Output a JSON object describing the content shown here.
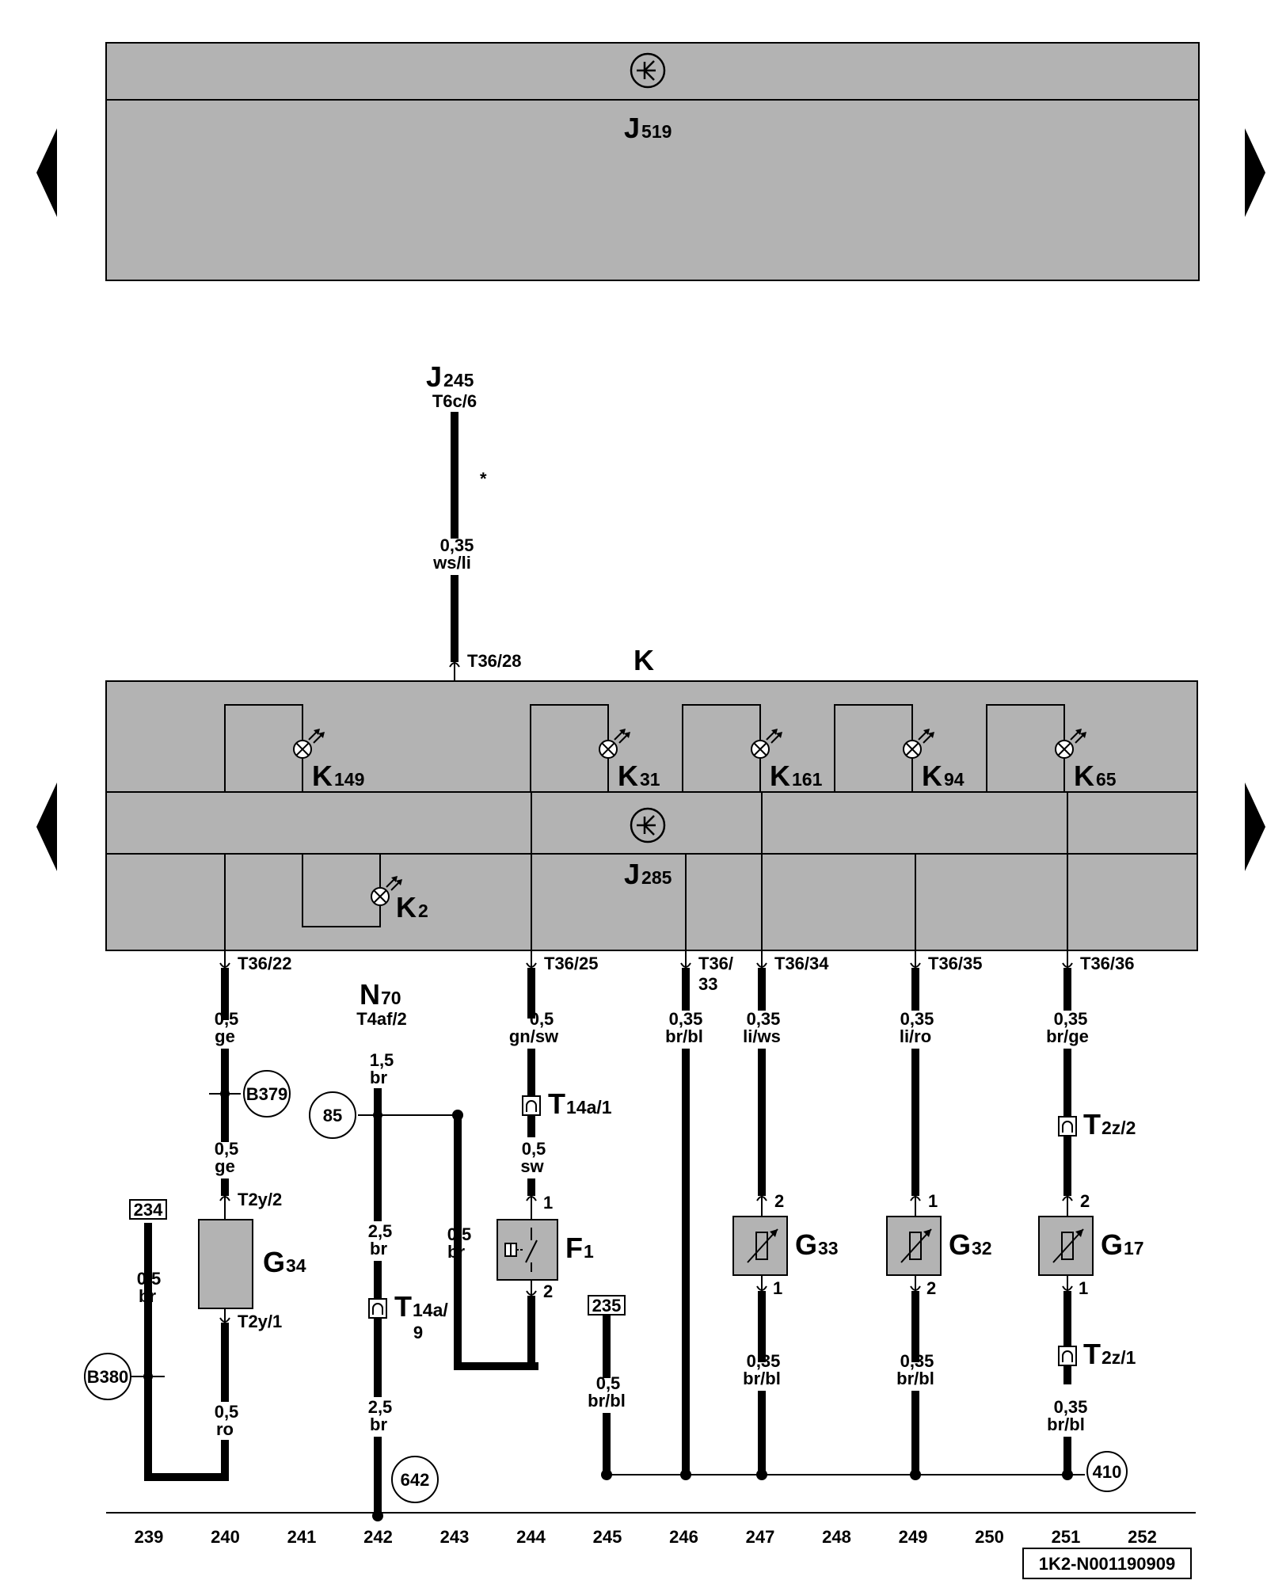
{
  "top_unit": {
    "label": "J",
    "sub": "519"
  },
  "cluster": {
    "label": "K",
    "lamps": [
      {
        "label": "K",
        "sub": "149"
      },
      {
        "label": "K",
        "sub": "31"
      },
      {
        "label": "K",
        "sub": "161"
      },
      {
        "label": "K",
        "sub": "94"
      },
      {
        "label": "K",
        "sub": "65"
      },
      {
        "label": "K",
        "sub": "2"
      }
    ],
    "control_unit": {
      "label": "J",
      "sub": "285"
    }
  },
  "source_top": {
    "label": "J",
    "sub": "245",
    "pin": "T6c/6",
    "asterisk": "*",
    "gauge": "0,35",
    "color": "ws/li",
    "entry_pin": "T36/28"
  },
  "pins": [
    "T36/22",
    "T36/25",
    "T36/",
    "33",
    "T36/34",
    "T36/35",
    "T36/36"
  ],
  "wires": {
    "w240a": {
      "gauge": "0,5",
      "color": "ge"
    },
    "w240b": {
      "gauge": "0,5",
      "color": "ge"
    },
    "w240c": {
      "gauge": "0,5",
      "color": "ro"
    },
    "w239": {
      "gauge": "0,5",
      "color": "br"
    },
    "w242a": {
      "gauge": "1,5",
      "color": "br"
    },
    "w242b": {
      "gauge": "2,5",
      "color": "br"
    },
    "w242c": {
      "gauge": "2,5",
      "color": "br"
    },
    "w243": {
      "gauge": "0,5",
      "color": "br"
    },
    "w244a": {
      "gauge": "0,5",
      "color": "gn/sw"
    },
    "w244b": {
      "gauge": "0,5",
      "color": "sw"
    },
    "w245": {
      "gauge": "0,5",
      "color": "br/bl"
    },
    "w246": {
      "gauge": "0,35",
      "color": "br/bl"
    },
    "w247a": {
      "gauge": "0,35",
      "color": "li/ws"
    },
    "w247b": {
      "gauge": "0,35",
      "color": "br/bl"
    },
    "w249a": {
      "gauge": "0,35",
      "color": "li/ro"
    },
    "w249b": {
      "gauge": "0,35",
      "color": "br/bl"
    },
    "w251a": {
      "gauge": "0,35",
      "color": "br/ge"
    },
    "w251b": {
      "gauge": "0,35",
      "color": "br/bl"
    }
  },
  "n70": {
    "label": "N",
    "sub": "70",
    "pin": "T4af/2"
  },
  "connectors": {
    "t2y2": "T2y/2",
    "t2y1": "T2y/1",
    "t14a1": {
      "label": "T",
      "sub": "14a/1"
    },
    "t14a9": {
      "label": "T",
      "sub": "14a/",
      "sub2": "9"
    },
    "t2z2": {
      "label": "T",
      "sub": "2z/2"
    },
    "t2z1": {
      "label": "T",
      "sub": "2z/1"
    }
  },
  "components": {
    "g34": {
      "label": "G",
      "sub": "34"
    },
    "f1": {
      "label": "F",
      "sub": "1",
      "pin_top": "1",
      "pin_bottom": "2"
    },
    "g33": {
      "label": "G",
      "sub": "33",
      "pin_top": "2",
      "pin_bottom": "1"
    },
    "g32": {
      "label": "G",
      "sub": "32",
      "pin_top": "1",
      "pin_bottom": "2"
    },
    "g17": {
      "label": "G",
      "sub": "17",
      "pin_top": "2",
      "pin_bottom": "1"
    }
  },
  "refs": {
    "b379": "B379",
    "b380": "B380",
    "r85": "85",
    "r642": "642",
    "r410": "410",
    "box234": "234",
    "box235": "235"
  },
  "tracks": [
    "239",
    "240",
    "241",
    "242",
    "243",
    "244",
    "245",
    "246",
    "247",
    "248",
    "249",
    "250",
    "251",
    "252"
  ],
  "doc_id": "1K2-N001190909"
}
